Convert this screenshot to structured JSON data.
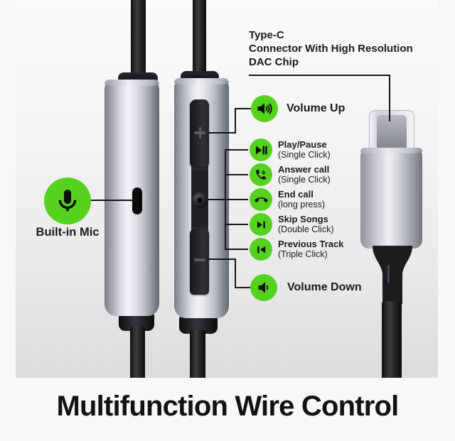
{
  "title": "Multifunction Wire Control",
  "typec_note": {
    "line1": "Type-C",
    "line2": "Connector With High Resolution",
    "line3": "DAC Chip"
  },
  "mic": {
    "label": "Built-in Mic",
    "icon": "microphone-icon"
  },
  "volume_up": {
    "label": "Volume Up",
    "icon": "speaker-volume-up-icon"
  },
  "volume_down": {
    "label": "Volume Down",
    "icon": "speaker-volume-down-icon"
  },
  "functions": [
    {
      "label": "Play/Pause",
      "sub": "(Single Click)",
      "icon": "play-pause-icon"
    },
    {
      "label": "Answer call",
      "sub": "(Single Click)",
      "icon": "answer-call-icon"
    },
    {
      "label": "End call",
      "sub": "(long press)",
      "icon": "end-call-icon"
    },
    {
      "label": "Skip Songs",
      "sub": "(Double Click)",
      "icon": "skip-next-icon"
    },
    {
      "label": "Previous Track",
      "sub": "(Triple Click)",
      "icon": "previous-track-icon"
    }
  ],
  "device": {
    "remote_button_icons": [
      "plus-icon",
      "round-multifunction-button",
      "minus-icon"
    ],
    "views": [
      "wire-remote-back",
      "wire-remote-front",
      "type-c-connector"
    ]
  },
  "colors": {
    "accent_green": "#55d21e",
    "callout_line": "#161616",
    "text": "#1a1a1a",
    "backdrop_top": "#fbfbfb",
    "backdrop_bottom": "#dcdcdd"
  }
}
